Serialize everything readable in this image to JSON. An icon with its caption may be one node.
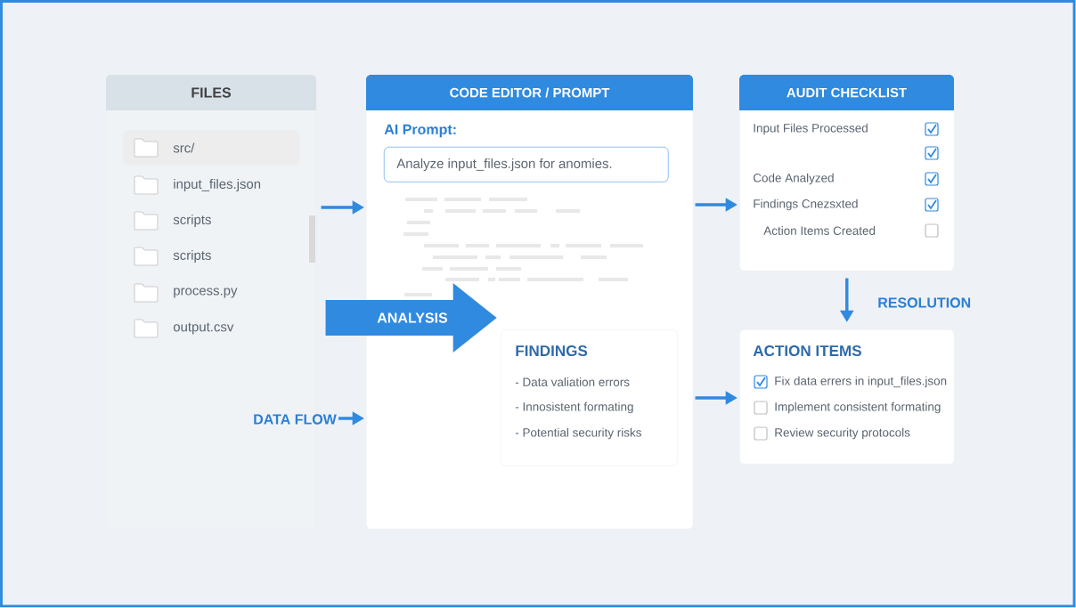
{
  "diagram": {
    "nodes": [
      {
        "text": [
          "FILES",
          "src/",
          "input_files.json",
          "scripts",
          "scripts",
          "process.py",
          "output.csv"
        ]
      },
      {
        "text": [
          "CODE EDITOR / PROMPT",
          "AI Prompt:"
        ]
      },
      {
        "text": [
          "Analyze input_files.json for anomies."
        ],
        "in": 1
      },
      {
        "text": [
          "FINDINGS",
          "- Data valiation errors",
          "- Innosistent formating",
          "- Potential security risks"
        ],
        "in": 1
      },
      {
        "text": [
          "AUDIT CHECKLIST",
          "Input Files Processed",
          "Code Analyzed",
          "Findings Cnezsxted",
          "Action Items Created"
        ]
      },
      {
        "text": [
          "ACTION ITEMS",
          "Fix data errers in input_files.json",
          "Implement consistent formating",
          "Review security protocols"
        ]
      }
    ],
    "edges": [
      {
        "from": 0,
        "to": 1,
        "arrow": "to"
      },
      {
        "from": 0,
        "to": 3,
        "arrow": "to",
        "label": "ANALYSIS",
        "style": "thick"
      },
      {
        "from": null,
        "to": 1,
        "arrow": "to",
        "label": "DATA FLOW"
      },
      {
        "from": 1,
        "to": 4,
        "arrow": "to"
      },
      {
        "from": 1,
        "to": 5,
        "arrow": "to"
      },
      {
        "from": 4,
        "to": 5,
        "arrow": "to",
        "label": "RESOLUTION"
      }
    ]
  }
}
